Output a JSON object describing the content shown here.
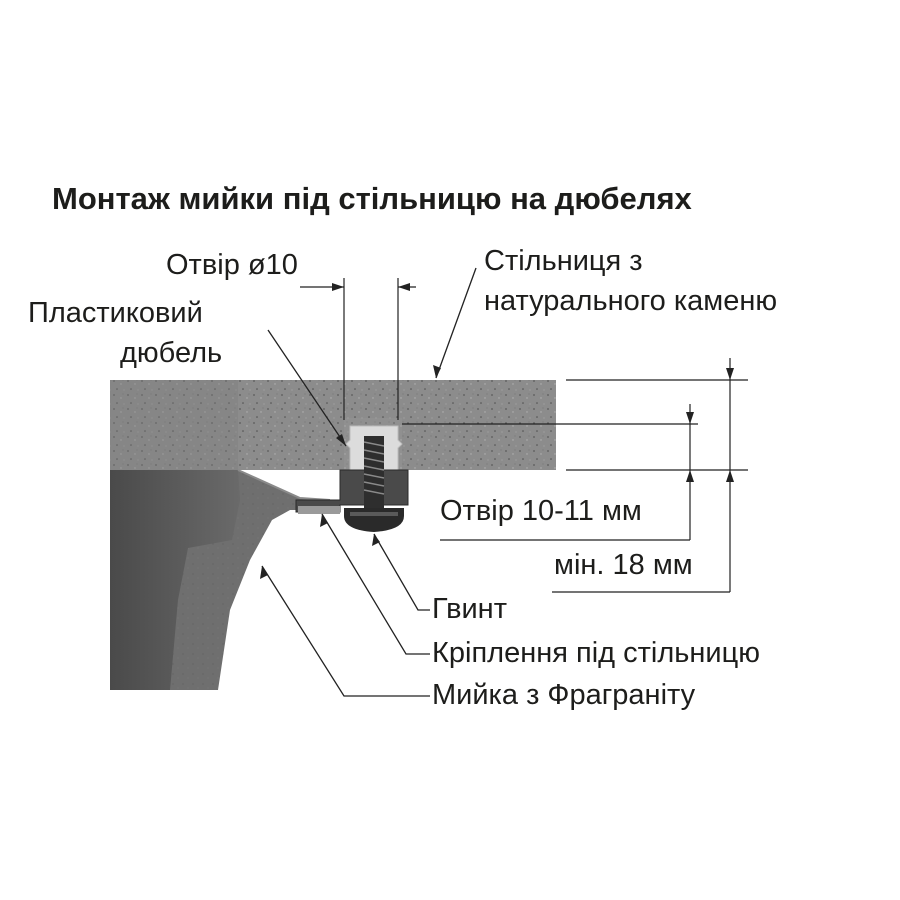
{
  "title": "Монтаж мийки під стільницю на дюбелях",
  "labels": {
    "hole_diameter": "Отвір ø10",
    "plastic_dowel_line1": "Пластиковий",
    "plastic_dowel_line2": "дюбель",
    "countertop_line1": "Стільниця з",
    "countertop_line2": "натурального каменю",
    "hole_depth": "Отвір 10-11 мм",
    "min_thickness": "мін. 18 мм",
    "screw": "Гвинт",
    "bracket": "Кріплення під стільницю",
    "sink": "Мийка з Фраграніту"
  },
  "colors": {
    "stone": "#8a8a8a",
    "sink": "#6e6e6e",
    "sink_dark": "#4a4a4a",
    "metal": "#3a3a3a",
    "dowel": "#d8d8d8",
    "leader": "#222222"
  }
}
